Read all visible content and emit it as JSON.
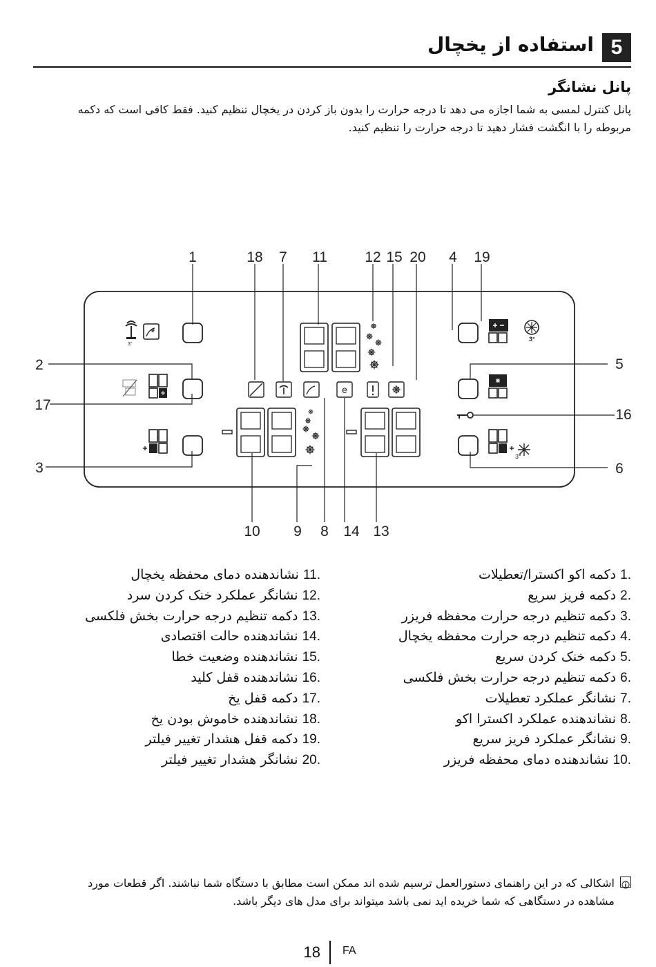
{
  "header": {
    "chapter_number": "5",
    "chapter_title": "استفاده از یخچال"
  },
  "section": {
    "title": "پانل نشانگر",
    "intro": "پانل کنترل لمسی به شما اجازه می دهد تا درجه حرارت را بدون باز کردن در یخچال تنظیم کنید. فقط کافی است که دکمه مربوطه را با انگشت فشار دهید تا درجه حرارت را تنظیم کنید."
  },
  "diagram": {
    "callouts_top": [
      "1",
      "18",
      "7",
      "11",
      "12",
      "15",
      "20",
      "4",
      "19"
    ],
    "callouts_left": [
      "2",
      "17",
      "3"
    ],
    "callouts_right": [
      "5",
      "16",
      "6"
    ],
    "callouts_bottom": [
      "10",
      "9",
      "8",
      "14",
      "13"
    ],
    "small_label": "3°"
  },
  "legend": {
    "right_column": [
      {
        "num": ".1",
        "text": "دکمه اکو اکسترا/تعطیلات"
      },
      {
        "num": ".2",
        "text": "دکمه فریز سریع"
      },
      {
        "num": ".3",
        "text": "دکمه تنظیم درجه حرارت محفظه فریزر"
      },
      {
        "num": ".4",
        "text": "دکمه تنظیم درجه حرارت محفظه یخچال"
      },
      {
        "num": ".5",
        "text": "دکمه خنک کردن سریع"
      },
      {
        "num": ".6",
        "text": "دکمه تنظیم درجه حرارت بخش فلکسی"
      },
      {
        "num": ".7",
        "text": "نشانگر عملکرد تعطیلات"
      },
      {
        "num": ".8",
        "text": "نشاندهنده عملکرد اکسترا اکو"
      },
      {
        "num": ".9",
        "text": "نشانگر عملکرد فریز سریع"
      },
      {
        "num": ".10",
        "text": "نشاندهنده دمای محفظه فریزر"
      }
    ],
    "left_column": [
      {
        "num": ".11",
        "text": "نشاندهنده دمای محفظه یخچال"
      },
      {
        "num": ".12",
        "text": "نشانگر عملکرد خنک کردن سرد"
      },
      {
        "num": ".13",
        "text": "دکمه تنظیم درجه حرارت بخش فلکسی"
      },
      {
        "num": ".14",
        "text": "نشاندهنده حالت اقتصادی"
      },
      {
        "num": ".15",
        "text": "نشاندهنده وضعیت خطا"
      },
      {
        "num": ".16",
        "text": "نشاندهنده قفل کلید"
      },
      {
        "num": ".17",
        "text": "دکمه قفل یخ"
      },
      {
        "num": ".18",
        "text": "نشاندهنده خاموش بودن یخ"
      },
      {
        "num": ".19",
        "text": "دکمه قفل هشدار تغییر فیلتر"
      },
      {
        "num": ".20",
        "text": "نشانگر هشدار تغییر فیلتر"
      }
    ]
  },
  "note": {
    "icon": "info-icon",
    "text": "اشکالی که در این راهنمای دستورالعمل ترسیم شده اند ممکن است مطابق با دستگاه شما نباشند. اگر قطعات مورد مشاهده در دستگاهی که شما خریده اید نمی باشد میتواند برای مدل های دیگر باشد."
  },
  "footer": {
    "page_number": "18",
    "language": "FA"
  }
}
